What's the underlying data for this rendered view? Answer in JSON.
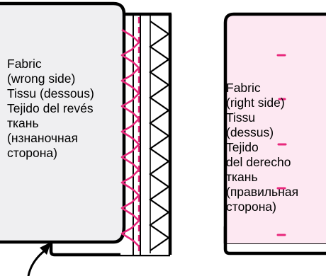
{
  "colors": {
    "stitch_pink": "#e8287c",
    "right_side_fill": "#fde8f2",
    "wrong_side_fill": "#efeff1",
    "outline": "#000000"
  },
  "left_panel": {
    "label_lines": [
      "Fabric",
      "(wrong side)",
      "Tissu (dessous)",
      "Tejido del revés",
      "ткань",
      "(нзнаночная",
      "сторона)"
    ]
  },
  "right_panel": {
    "label_lines": [
      "Fabric",
      "(right side)",
      "Tissu",
      "(dessus)",
      "Tejido",
      "del derecho",
      "ткань",
      "(правильная",
      "сторона)"
    ]
  },
  "icons": {
    "pointer": "arrow-icon"
  }
}
